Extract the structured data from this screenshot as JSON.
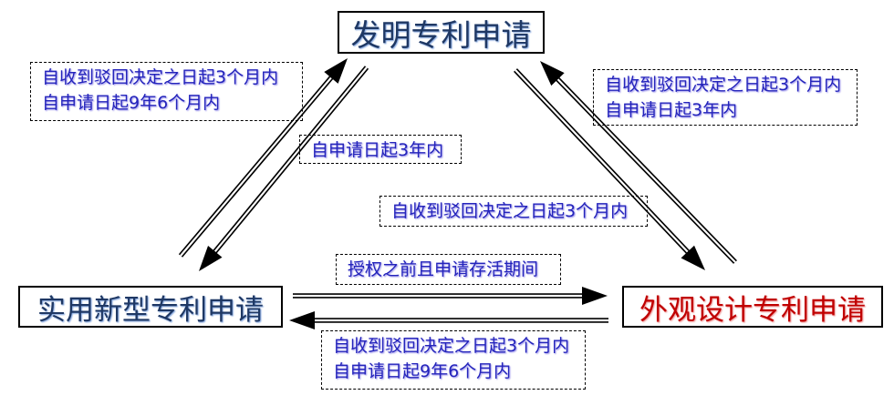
{
  "nodes": {
    "invention": {
      "label": "发明专利申请",
      "color": "#1f3864"
    },
    "utility": {
      "label": "实用新型专利申请",
      "color": "#1f3864"
    },
    "design": {
      "label": "外观设计专利申请",
      "color": "#c00000"
    }
  },
  "edge_labels": {
    "utility_to_invention": {
      "line1": "自收到驳回决定之日起3个月内",
      "line2": "自申请日起9年6个月内"
    },
    "design_to_invention": {
      "line1": "自收到驳回决定之日起3个月内",
      "line2": "自申请日起3年内"
    },
    "invention_filing_window": {
      "line1": "自申请日起3年内"
    },
    "reject_decision_window": {
      "line1": "自收到驳回决定之日起3个月内"
    },
    "grant_alive_window": {
      "line1": "授权之前且申请存活期间"
    },
    "utility_design_bottom": {
      "line1": "自收到驳回决定之日起3个月内",
      "line2": "自申请日起9年6个月内"
    }
  },
  "colors": {
    "label_text": "#2424bb",
    "node_navy": "#1f3864",
    "node_red": "#c00000",
    "arrow": "#000000"
  }
}
